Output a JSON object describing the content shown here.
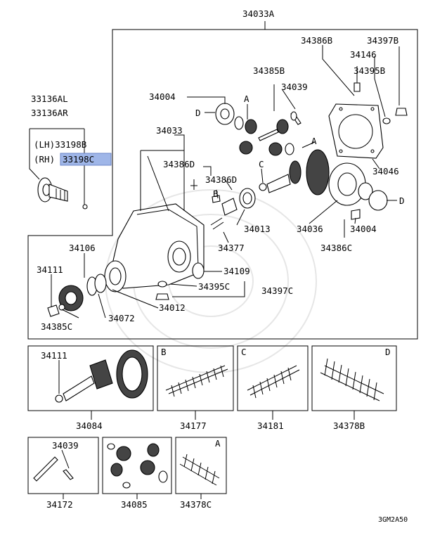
{
  "labels": {
    "main_assembly": "34033A",
    "flange_lhrh_1": "33136AL",
    "flange_lhrh_2": "33136AR",
    "lh_shaft": "(LH)33198B",
    "rh_prefix": "(RH)",
    "rh_shaft": "33198C",
    "p34004a": "34004",
    "letter_d1": "D",
    "letter_a1": "A",
    "p34385b": "34385B",
    "p34039a": "34039",
    "p34386b": "34386B",
    "p34146": "34146",
    "p34397b": "34397B",
    "p34395b": "34395B",
    "p34033": "34033",
    "p34386d1": "34386D",
    "p34386d2": "34386D",
    "letter_a2": "A",
    "letter_c1": "C",
    "letter_b1": "B",
    "p34046": "34046",
    "letter_d2": "D",
    "p34013": "34013",
    "p34036": "34036",
    "p34004b": "34004",
    "p34377": "34377",
    "p34386c": "34386C",
    "p34106": "34106",
    "p34111a": "34111",
    "p34109": "34109",
    "p34395c": "34395C",
    "p34397c": "34397C",
    "p34012": "34012",
    "p34072": "34072",
    "p34385c": "34385C",
    "p34111b": "34111",
    "letter_b2": "B",
    "letter_c2": "C",
    "letter_d3": "D",
    "p34084": "34084",
    "p34177": "34177",
    "p34181": "34181",
    "p34378b": "34378B",
    "p34039b": "34039",
    "letter_a3": "A",
    "p34172": "34172",
    "p34085": "34085",
    "p34378c": "34378C",
    "code": "3GM2A50"
  }
}
